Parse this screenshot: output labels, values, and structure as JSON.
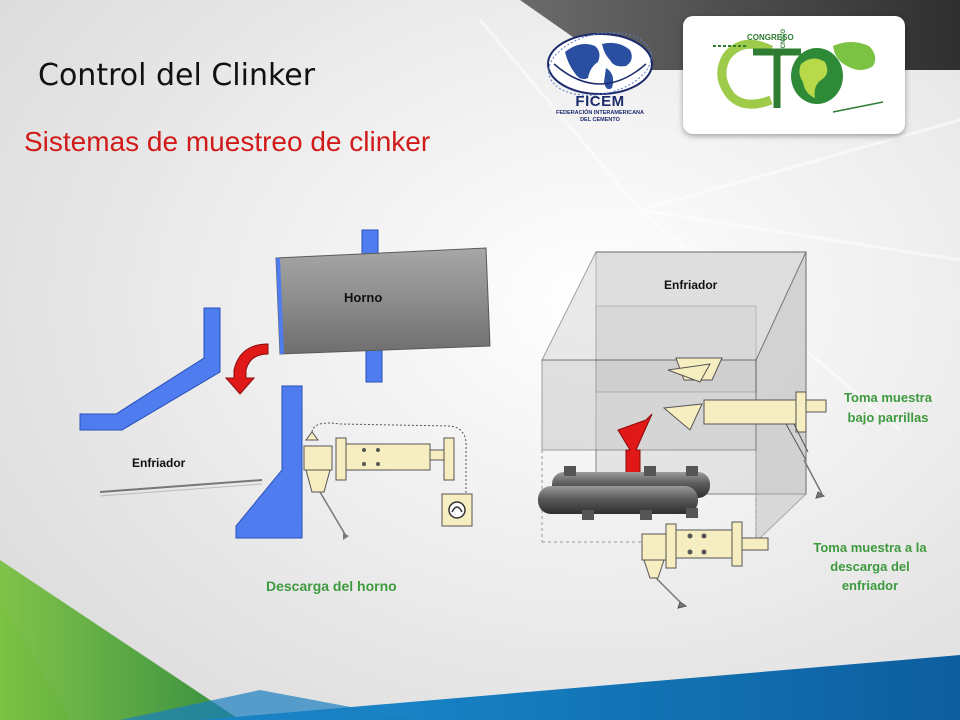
{
  "slide": {
    "title": "Control del Clinker",
    "subtitle": "Sistemas de muestreo de clinker"
  },
  "logos": {
    "ficem": {
      "name": "FICEM",
      "line1": "FEDERACIÓN INTERAMERICANA",
      "line2": "DEL CEMENTO"
    },
    "congreso": {
      "congreso_word": "CONGRESO",
      "tecnico_word": "TÉCNICO",
      "letters": "CT"
    }
  },
  "diagram_left": {
    "kiln_label": "Horno",
    "cooler_label": "Enfriador",
    "caption": "Descarga del horno"
  },
  "diagram_right": {
    "cooler_label": "Enfriador",
    "sample_under_grate": [
      "Toma muestra",
      "bajo parrillas"
    ],
    "sample_discharge": [
      "Toma muestra a la",
      "descarga del",
      "enfriador"
    ]
  },
  "colors": {
    "title_red": "#d11a1a",
    "caption_green": "#3e9a3e",
    "duct_blue": "#4f7df0",
    "kiln_gray": "#8a8a8a",
    "arrow_red": "#e01818",
    "sampler_cream": "#f6eec0",
    "ficem_blue": "#1c2b6b",
    "cto_green": "#3a9a3a"
  }
}
